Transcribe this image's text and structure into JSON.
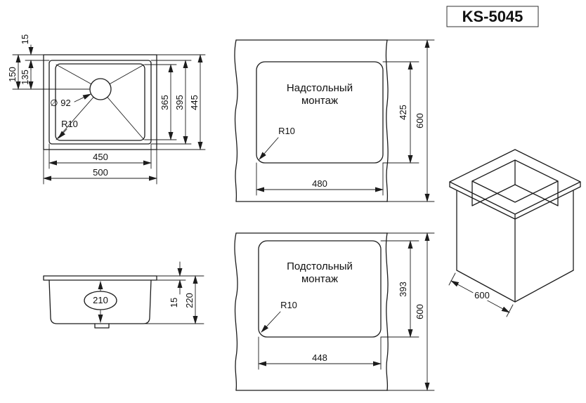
{
  "title": "KS-5045",
  "top_view": {
    "rim": "15",
    "drain_from_top": "150",
    "drain_from_rim": "135",
    "drain_diameter": "∅ 92",
    "corner_radius": "R10",
    "bowl_inner_depth": "365",
    "bowl_depth": "395",
    "overall_depth": "445",
    "bowl_width": "450",
    "overall_width": "500"
  },
  "front_view": {
    "bowl_depth": "210",
    "rim_height": "15",
    "overall_height": "220"
  },
  "overmount": {
    "label_line1": "Надстольный",
    "label_line2": "монтаж",
    "corner_radius": "R10",
    "cutout_width": "480",
    "cutout_depth": "425",
    "counter_depth": "600"
  },
  "undermount": {
    "label_line1": "Подстольный",
    "label_line2": "монтаж",
    "corner_radius": "R10",
    "cutout_width": "448",
    "cutout_depth": "393",
    "counter_depth": "600"
  },
  "iso_view": {
    "width": "600"
  }
}
